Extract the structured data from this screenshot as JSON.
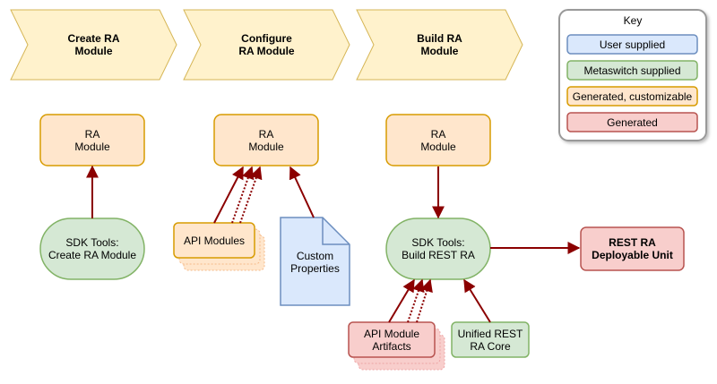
{
  "colors": {
    "stage_fill": "#fff2cc",
    "stage_stroke": "#d6b656",
    "orange_fill": "#ffe6cc",
    "orange_stroke": "#d79b00",
    "green_fill": "#d5e8d4",
    "green_stroke": "#82b366",
    "blue_fill": "#dae8fc",
    "blue_stroke": "#6c8ebf",
    "red_fill": "#f8cecc",
    "red_stroke": "#b85450",
    "arrow": "#8b0000",
    "key_stroke": "#999999"
  },
  "stages": [
    {
      "label": "Create RA\nModule"
    },
    {
      "label": "Configure\nRA Module"
    },
    {
      "label": "Build RA\nModule"
    }
  ],
  "nodes": {
    "ra_module_1": "RA\nModule",
    "ra_module_2": "RA\nModule",
    "ra_module_3": "RA\nModule",
    "sdk_create": "SDK Tools:\nCreate RA Module",
    "sdk_build": "SDK Tools:\nBuild REST RA",
    "api_modules": "API Modules",
    "custom_properties": "Custom\nProperties",
    "rest_ra": "REST RA\nDeployable Unit",
    "api_artifacts": "API Module\nArtifacts",
    "unified_core": "Unified REST\nRA Core"
  },
  "key": {
    "title": "Key",
    "items": [
      {
        "label": "User supplied",
        "type": "blue"
      },
      {
        "label": "Metaswitch supplied",
        "type": "green"
      },
      {
        "label": "Generated, customizable",
        "type": "orange"
      },
      {
        "label": "Generated",
        "type": "red"
      }
    ]
  }
}
